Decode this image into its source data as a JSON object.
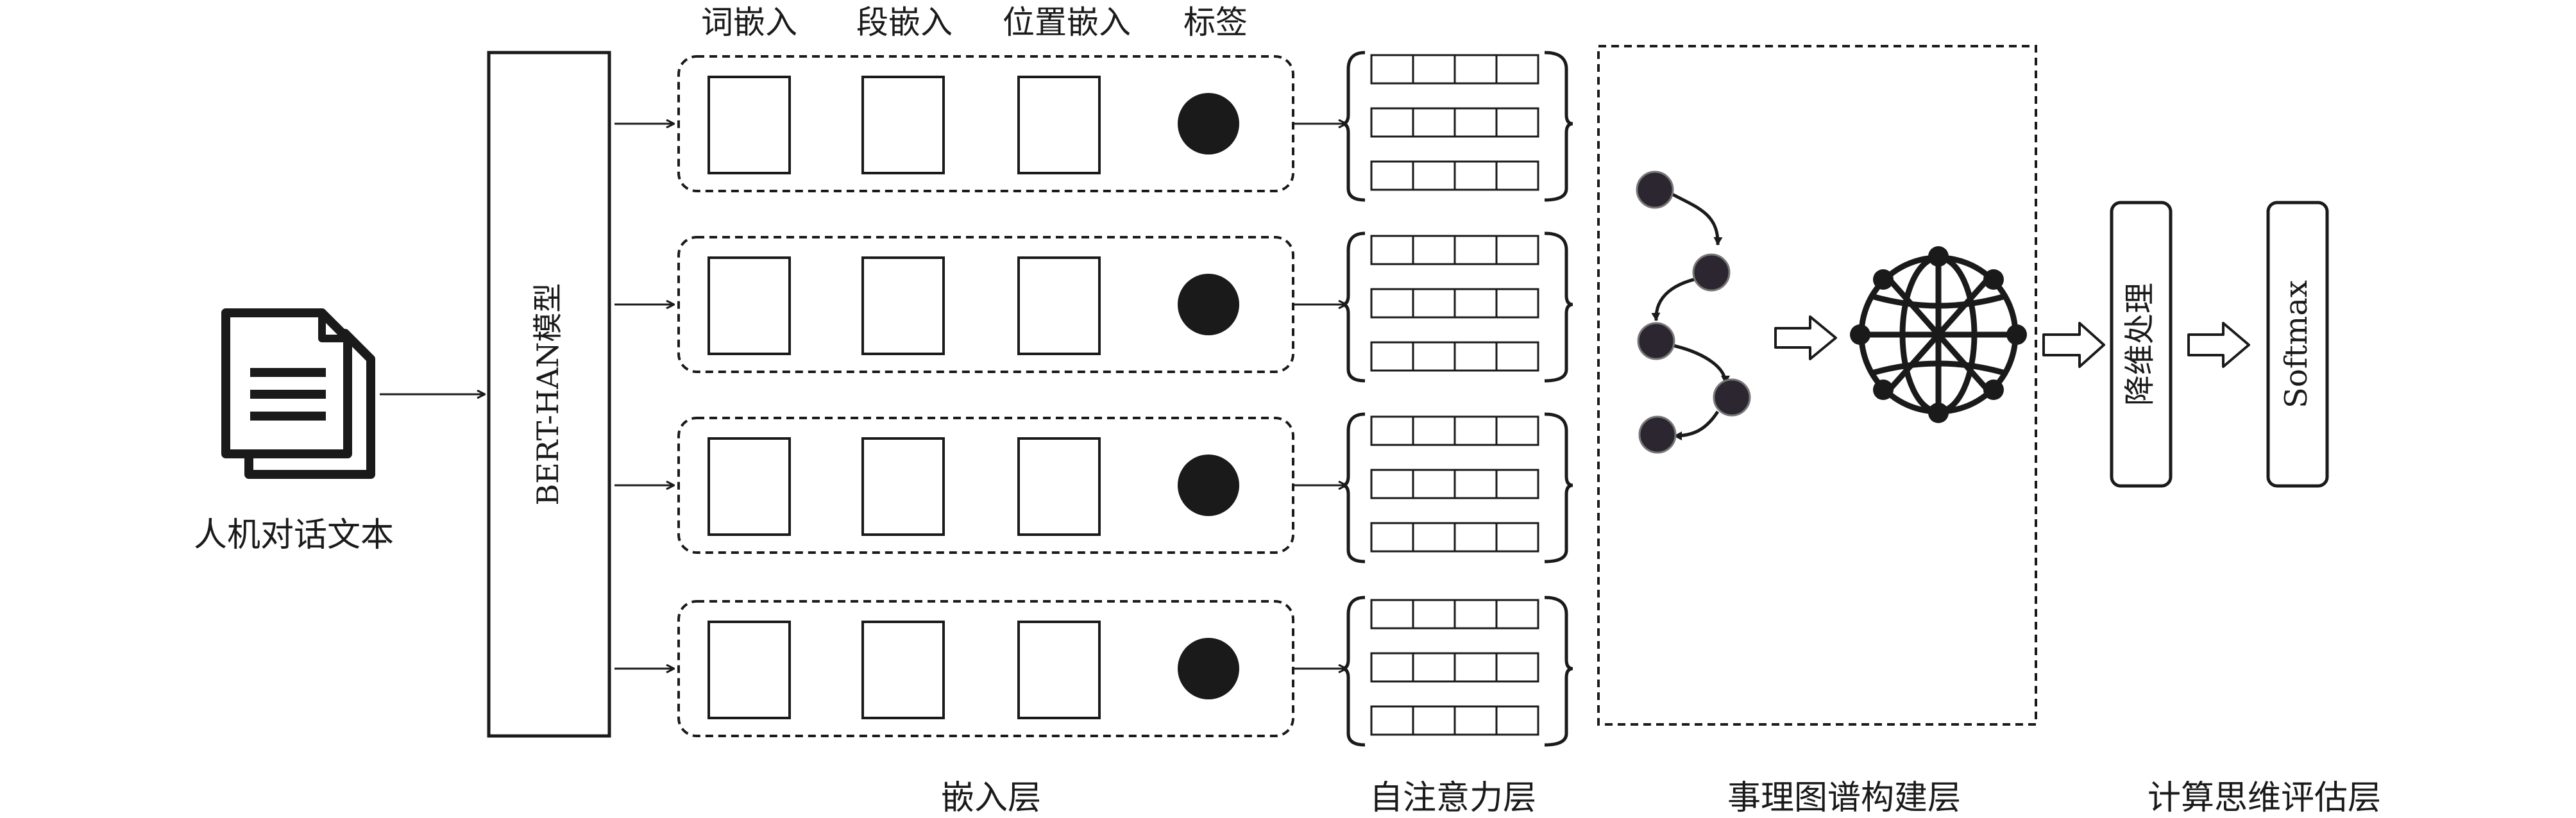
{
  "input": {
    "label": "人机对话文本",
    "icon": "document-icon"
  },
  "model": {
    "label": "BERT-HAN模型"
  },
  "embedding_columns": [
    "词嵌入",
    "段嵌入",
    "位置嵌入",
    "标签"
  ],
  "layers": {
    "embedding": "嵌入层",
    "self_attention": "自注意力层",
    "event_graph": "事理图谱构建层",
    "evaluation": "计算思维评估层"
  },
  "dim_reduction": {
    "label": "降维处理"
  },
  "softmax": {
    "label": "Softmax"
  },
  "icons": {
    "graph_chain": "event-chain-icon",
    "network_globe": "network-globe-icon"
  },
  "colors": {
    "stroke": "#1a1a1a",
    "node_fill": "#2b2630",
    "background": "#ffffff"
  }
}
